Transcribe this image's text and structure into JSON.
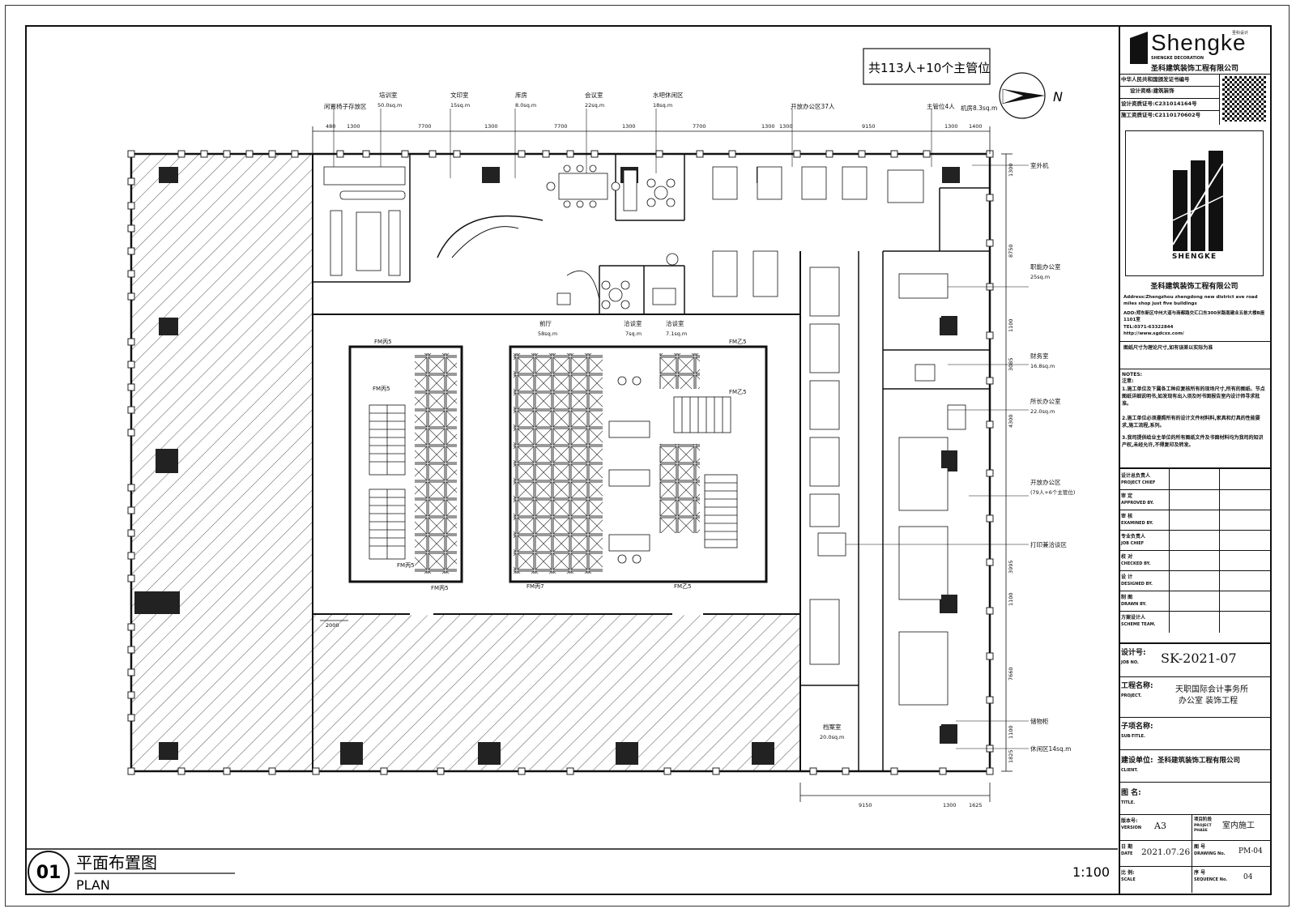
{
  "headcount_note": "共113人+10个主管位",
  "room_labels": [
    {
      "id": "idle-chair",
      "name": "闲置椅子存放区"
    },
    {
      "id": "training",
      "name": "培训室",
      "area": "50.0sq.m"
    },
    {
      "id": "docs",
      "name": "文印室",
      "area": "15sq.m"
    },
    {
      "id": "storage",
      "name": "库房",
      "area": "8.0sq.m"
    },
    {
      "id": "meeting",
      "name": "会议室",
      "area": "22sq.m"
    },
    {
      "id": "water-bar",
      "name": "水吧休闲区",
      "area": "18sq.m"
    },
    {
      "id": "open-office-37",
      "name": "开放办公区37人"
    },
    {
      "id": "supervisor",
      "name": "主管位4人"
    },
    {
      "id": "machine-room",
      "name": "机房8.3sq.m"
    },
    {
      "id": "host",
      "name": "室外机"
    },
    {
      "id": "hr",
      "name": "职能办公室",
      "area": "25sq.m"
    },
    {
      "id": "finance",
      "name": "财务室",
      "area": "16.8sq.m"
    },
    {
      "id": "director",
      "name": "所长办公室",
      "area": "22.0sq.m"
    },
    {
      "id": "open-office-79",
      "name": "开放办公区",
      "area": "(79人+6个主管位)"
    },
    {
      "id": "print-talk",
      "name": "打印兼洽谈区"
    },
    {
      "id": "cabinet",
      "name": "储物柜"
    },
    {
      "id": "rest",
      "name": "休闲区14sq.m"
    },
    {
      "id": "archive",
      "name": "档案室",
      "area": "20.0sq.m"
    },
    {
      "id": "lobby",
      "name": "前厅",
      "area": "58sq.m"
    },
    {
      "id": "nego1",
      "name": "洽谈室",
      "area": "7sq.m"
    },
    {
      "id": "nego2",
      "name": "洽谈室",
      "area": "7.1sq.m"
    }
  ],
  "dimensions_top": [
    "480",
    "1300",
    "7700",
    "1300",
    "7700",
    "1300",
    "7700",
    "1300",
    "1300",
    "9150",
    "1300",
    "1400"
  ],
  "dimensions_bottom": [
    "9150",
    "1300",
    "1625"
  ],
  "dimensions_right": [
    "1300",
    "8750",
    "1100",
    "3085",
    "4300",
    "3995",
    "1100",
    "7660",
    "1100",
    "1825"
  ],
  "core_tags": [
    "FM丙5",
    "FM丙5",
    "FM丙5",
    "FM丙5",
    "FM丙7",
    "FM乙5",
    "FM乙5",
    "FM乙5"
  ],
  "left_dim": "2000",
  "footer": {
    "number": "01",
    "title_cn": "平面布置图",
    "title_en": "PLAN",
    "scale": "1:100"
  },
  "titleblock": {
    "brand": "Shengke",
    "brand_small": "圣科设计",
    "brand_sub": "SHENGKE DECORATION",
    "company": "圣科建筑装饰工程有限公司",
    "cert_title": "中华人民共和国颁发证书编号",
    "cert_design": "设计资格:建筑装饰",
    "cert_no1": "设计资质证号:C231014164号",
    "cert_no2": "施工资质证号:C2110170602号",
    "logo_text": "SHENGKE",
    "company2": "圣科建筑装饰工程有限公司",
    "address_en": "Address:Zhengzhou zhengdong new district ave road miles shop just five buildings",
    "address_cn": "ADD:郑东新区中州大道与商都路交汇口东300米路南建业五栋大楼B座1101室",
    "tel": "TEL:0371-63322844",
    "web": "http://www.sgdcxx.com/",
    "dimension_note": "图纸尺寸为理论尺寸,如有误差以实际为准",
    "notes_title": "NOTES:",
    "notes_cn": "注意:",
    "notes": [
      "1.施工单位及下属各工种应复核所有的现场尺寸,所有的图纸、节点图纸详细说明书,如发现有出入须及时书面报告室内设计师寻求批准。",
      "2.施工单位必须遵照所有的设计文件材料料,家具和灯具的性能要求,施工流程,系列。",
      "3.我司提供给业主单位的所有图纸文件及书面材料均为我司的知识产权,未经允许,不得复印及转发。"
    ],
    "roles": [
      {
        "cn": "设计总负责人",
        "en": "PROJECT CHIEF"
      },
      {
        "cn": "审 定",
        "en": "APPROVED BY."
      },
      {
        "cn": "审 核",
        "en": "EXAMINED BY."
      },
      {
        "cn": "专业负责人",
        "en": "JOB CHIEF"
      },
      {
        "cn": "校 对",
        "en": "CHECKED BY."
      },
      {
        "cn": "设 计",
        "en": "DESIGNED BY."
      },
      {
        "cn": "制 图",
        "en": "DRAWN BY."
      },
      {
        "cn": "方案设计人",
        "en": "SCHEME TEAM."
      }
    ],
    "job_no_cn": "设计号:",
    "job_no_en": "JOB NO.",
    "job_no": "SK-2021-07",
    "project_cn": "工程名称:",
    "project_en": "PROJECT.",
    "project_line1": "天职国际会计事务所",
    "project_line2": "办公室 装饰工程",
    "subtitle_cn": "子项名称:",
    "subtitle_en": "SUB-TITLE.",
    "client_cn": "建设单位:",
    "client_en": "CLIENT.",
    "client": "圣科建筑装饰工程有限公司",
    "figure_cn": "图 名:",
    "figure_en": "TITLE.",
    "version_cn": "版本号:",
    "version_en": "VERSION",
    "version": "A3",
    "phase_cn": "项目阶段",
    "phase_en": "PROJECT PHASE",
    "phase": "室内施工",
    "date_cn": "日 期",
    "date_en": "DATE",
    "date": "2021.07.26",
    "drawing_cn": "图 号",
    "drawing_en": "DRAWING No.",
    "drawing_no": "PM-04",
    "scale_cn": "比 例:",
    "scale_en": "SCALE",
    "seq_cn": "序 号",
    "seq_en": "SEQUENCE No.",
    "seq": "04"
  }
}
